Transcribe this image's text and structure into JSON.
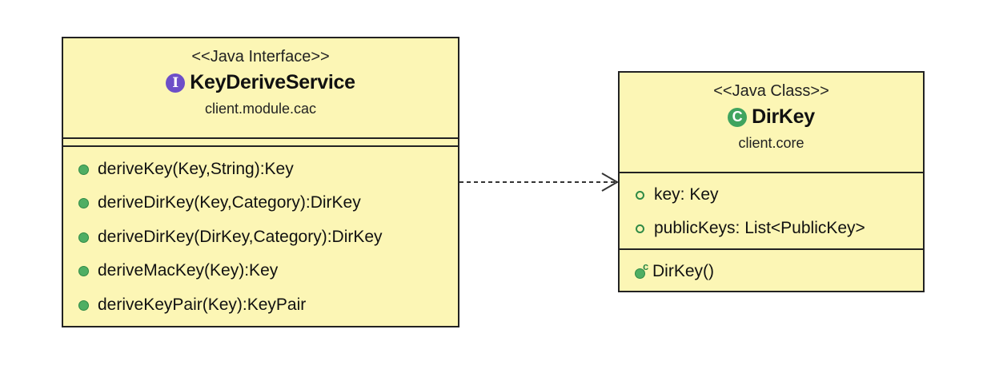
{
  "interface_box": {
    "stereotype": "<<Java Interface>>",
    "badge_letter": "I",
    "name": "KeyDeriveService",
    "package": "client.module.cac",
    "methods": [
      "deriveKey(Key,String):Key",
      "deriveDirKey(Key,Category):DirKey",
      "deriveDirKey(DirKey,Category):DirKey",
      "deriveMacKey(Key):Key",
      "deriveKeyPair(Key):KeyPair"
    ]
  },
  "class_box": {
    "stereotype": "<<Java Class>>",
    "badge_letter": "C",
    "name": "DirKey",
    "package": "client.core",
    "fields": [
      "key: Key",
      "publicKeys: List<PublicKey>"
    ],
    "constructor_marker": "c",
    "constructors": [
      "DirKey()"
    ]
  },
  "colors": {
    "box_fill": "#fcf6b5",
    "interface_badge": "#6d4fc8",
    "class_badge": "#3fa45f",
    "member_icon": "#4fae63"
  },
  "icons": {
    "interface_badge": "interface-icon",
    "class_badge": "class-icon",
    "method": "public-method-icon",
    "field": "field-icon",
    "constructor": "constructor-icon",
    "dependency": "dependency-arrow"
  }
}
